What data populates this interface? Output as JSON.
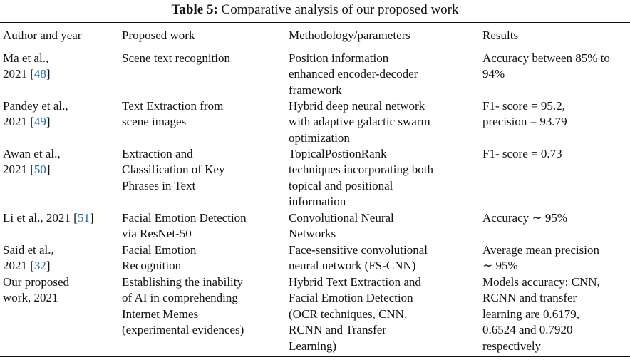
{
  "table": {
    "caption_label": "Table 5:",
    "caption_text": " Comparative analysis of our proposed work",
    "headers": [
      "Author and year",
      "Proposed work",
      "Methodology/parameters",
      "Results"
    ],
    "rows": [
      {
        "author": "Ma et al.,\n2021 [",
        "ref": "48",
        "author_end": "]",
        "work": "Scene text recognition",
        "method": "Position information\nenhanced encoder-decoder\nframework",
        "result": "Accuracy between 85% to\n94%"
      },
      {
        "author": "Pandey et al.,\n2021 [",
        "ref": "49",
        "author_end": "]",
        "work": "Text Extraction from\nscene images",
        "method": "Hybrid deep neural network\nwith adaptive galactic swarm\noptimization",
        "result": "F1- score = 95.2,\nprecision = 93.79"
      },
      {
        "author": "Awan et al.,\n2021 [",
        "ref": "50",
        "author_end": "]",
        "work": "Extraction and\nClassification of Key\nPhrases in Text",
        "method": "TopicalPostionRank\ntechniques incorporating both\ntopical and positional\ninformation",
        "result": "F1- score = 0.73"
      },
      {
        "author": "Li et al., 2021 [",
        "ref": "51",
        "author_end": "]",
        "work": "Facial Emotion Detection\nvia ResNet-50",
        "method": "Convolutional Neural\nNetworks",
        "result": "Accuracy ∼ 95%"
      },
      {
        "author": "Said et al.,\n2021 [",
        "ref": "32",
        "author_end": "]",
        "work": "Facial Emotion\nRecognition",
        "method": "Face-sensitive convolutional\nneural network (FS-CNN)",
        "result": "Average mean precision\n∼ 95%"
      },
      {
        "author": "Our proposed\nwork, 2021",
        "ref": "",
        "author_end": "",
        "work": "Establishing the inability\nof AI in comprehending\nInternet Memes\n(experimental evidences)",
        "method": "Hybrid Text Extraction and\nFacial Emotion Detection\n(OCR techniques, CNN,\nRCNN and Transfer\nLearning)",
        "result": "Models accuracy: CNN,\nRCNN and transfer\nlearning are 0.6179,\n0.6524 and 0.7920\nrespectively"
      }
    ]
  }
}
